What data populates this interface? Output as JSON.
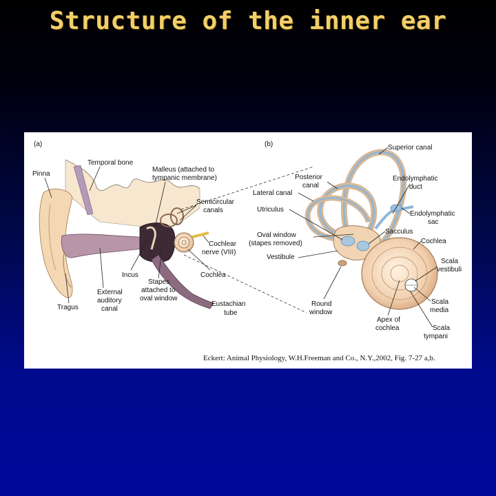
{
  "title": "Structure of the inner ear",
  "panel_a": {
    "tag": "(a)",
    "labels": {
      "pinna": "Pinna",
      "temporal_bone": "Temporal bone",
      "malleus_1": "Malleus (attached to",
      "malleus_2": "tympanic membrane)",
      "semicircular_1": "Semicircular",
      "semicircular_2": "canals",
      "cochlear_nerve_1": "Cochlear",
      "cochlear_nerve_2": "nerve (VIII)",
      "incus": "Incus",
      "stapes_1": "Stapes",
      "stapes_2": "attached to",
      "stapes_3": "oval window",
      "cochlea": "Cochlea",
      "external_1": "External",
      "external_2": "auditory",
      "external_3": "canal",
      "tragus": "Tragus",
      "eustachian_1": "Eustachian",
      "eustachian_2": "tube"
    }
  },
  "panel_b": {
    "tag": "(b)",
    "labels": {
      "superior_canal": "Superior canal",
      "posterior_1": "Posterior",
      "posterior_2": "canal",
      "lateral_canal": "Lateral canal",
      "utriculus": "Utriculus",
      "oval_1": "Oval window",
      "oval_2": "(stapes removed)",
      "vestibule": "Vestibule",
      "endo_duct_1": "Endolymphatic",
      "endo_duct_2": "duct",
      "endo_sac_1": "Endolymphatic",
      "endo_sac_2": "sac",
      "sacculus": "Sacculus",
      "cochlea": "Cochlea",
      "scala_vest_1": "Scala",
      "scala_vest_2": "vestibuli",
      "scala_media_1": "Scala",
      "scala_media_2": "media",
      "scala_tymp_1": "Scala",
      "scala_tymp_2": "tympani",
      "round_1": "Round",
      "round_2": "window",
      "apex_1": "Apex of",
      "apex_2": "cochlea"
    }
  },
  "citation": "Eckert: Animal Physiology, W.H.Freeman and Co., N.Y.,2002, Fig. 7-27 a,b."
}
